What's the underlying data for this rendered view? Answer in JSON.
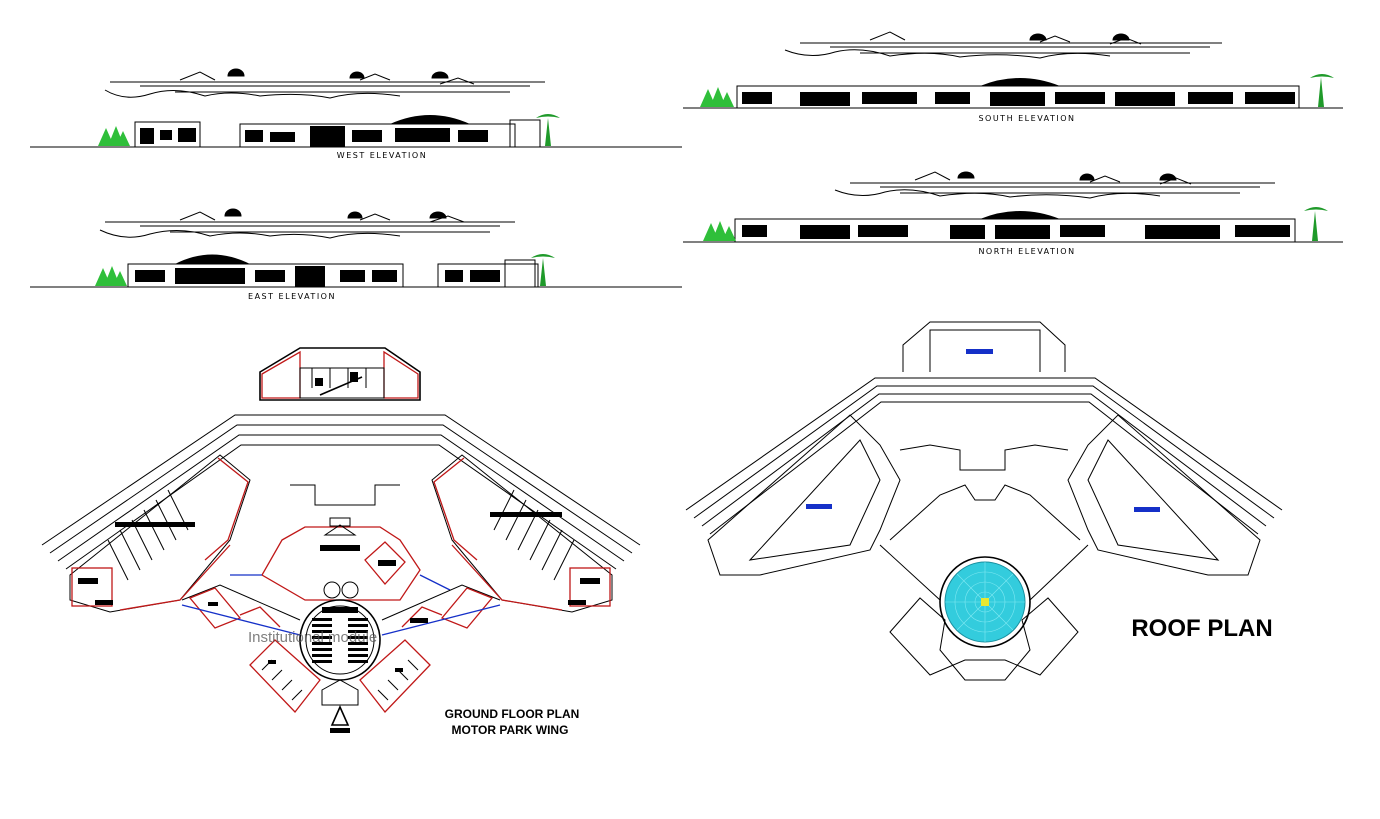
{
  "elevations": {
    "west": {
      "label": "WEST ELEVATION"
    },
    "east": {
      "label": "EAST ELEVATION"
    },
    "south": {
      "label": "SOUTH ELEVATION"
    },
    "north": {
      "label": "NORTH ELEVATION"
    }
  },
  "ground_floor_plan": {
    "title_line1": "GROUND FLOOR PLAN",
    "title_line2": "MOTOR PARK WING",
    "overlay_text": "Institutional module"
  },
  "roof_plan": {
    "title": "ROOF PLAN",
    "dome_color": "#33ccdd",
    "marker_color": "#1530c8"
  },
  "colors": {
    "walls": "#c01818",
    "openings": "#1530c8",
    "trees": "#2fbf3a",
    "linework": "#000000"
  }
}
